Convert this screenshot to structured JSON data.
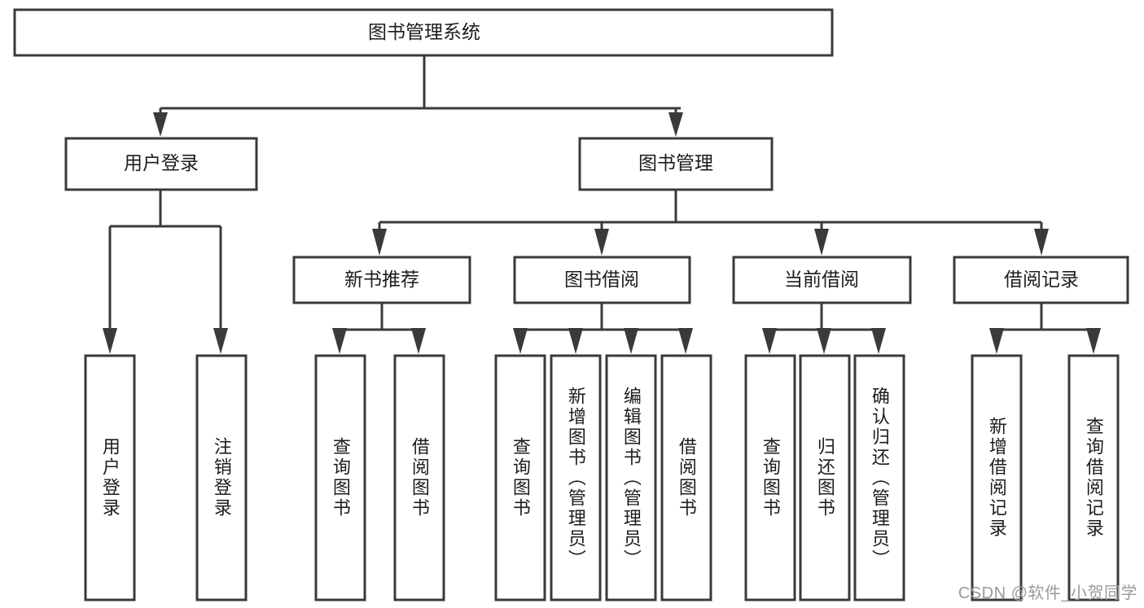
{
  "diagram": {
    "type": "tree",
    "title": "图书管理系统",
    "watermark": "CSDN @软件_小贺同学",
    "colors": {
      "background": "#ffffff",
      "box_stroke": "#3a3a3a",
      "box_fill": "#ffffff",
      "text": "#1d1d1d",
      "watermark": "#9a9a9a"
    },
    "levels": {
      "root": "图书管理系统",
      "level2": [
        "用户登录",
        "图书管理"
      ],
      "level3": [
        "新书推荐",
        "图书借阅",
        "当前借阅",
        "借阅记录"
      ]
    },
    "nodes": {
      "root": {
        "label": "图书管理系统"
      },
      "user_login": {
        "label": "用户登录"
      },
      "book_manage": {
        "label": "图书管理"
      },
      "new_book_rec": {
        "label": "新书推荐"
      },
      "book_borrow": {
        "label": "图书借阅"
      },
      "current_borrow": {
        "label": "当前借阅"
      },
      "borrow_record": {
        "label": "借阅记录"
      },
      "leaf_user_login": {
        "label": "用户登录"
      },
      "leaf_logout": {
        "label": "注销登录"
      },
      "leaf_query_book_1": {
        "label": "查询图书"
      },
      "leaf_borrow_book_1": {
        "label": "借阅图书"
      },
      "leaf_query_book_2": {
        "label": "查询图书"
      },
      "leaf_add_book_admin": {
        "label": "新增图书（管理员）"
      },
      "leaf_edit_book_admin": {
        "label": "编辑图书（管理员）"
      },
      "leaf_borrow_book_2": {
        "label": "借阅图书"
      },
      "leaf_query_book_3": {
        "label": "查询图书"
      },
      "leaf_return_book": {
        "label": "归还图书"
      },
      "leaf_confirm_return_admin": {
        "label": "确认归还（管理员）"
      },
      "leaf_add_record": {
        "label": "新增借阅记录"
      },
      "leaf_query_record": {
        "label": "查询借阅记录"
      }
    },
    "edges": [
      {
        "from": "root",
        "to": "user_login"
      },
      {
        "from": "root",
        "to": "book_manage"
      },
      {
        "from": "user_login",
        "to": "leaf_user_login"
      },
      {
        "from": "user_login",
        "to": "leaf_logout"
      },
      {
        "from": "book_manage",
        "to": "new_book_rec"
      },
      {
        "from": "book_manage",
        "to": "book_borrow"
      },
      {
        "from": "book_manage",
        "to": "current_borrow"
      },
      {
        "from": "book_manage",
        "to": "borrow_record"
      },
      {
        "from": "new_book_rec",
        "to": "leaf_query_book_1"
      },
      {
        "from": "new_book_rec",
        "to": "leaf_borrow_book_1"
      },
      {
        "from": "book_borrow",
        "to": "leaf_query_book_2"
      },
      {
        "from": "book_borrow",
        "to": "leaf_add_book_admin"
      },
      {
        "from": "book_borrow",
        "to": "leaf_edit_book_admin"
      },
      {
        "from": "book_borrow",
        "to": "leaf_borrow_book_2"
      },
      {
        "from": "current_borrow",
        "to": "leaf_query_book_3"
      },
      {
        "from": "current_borrow",
        "to": "leaf_return_book"
      },
      {
        "from": "current_borrow",
        "to": "leaf_confirm_return_admin"
      },
      {
        "from": "borrow_record",
        "to": "leaf_add_record"
      },
      {
        "from": "borrow_record",
        "to": "leaf_query_record"
      }
    ]
  }
}
